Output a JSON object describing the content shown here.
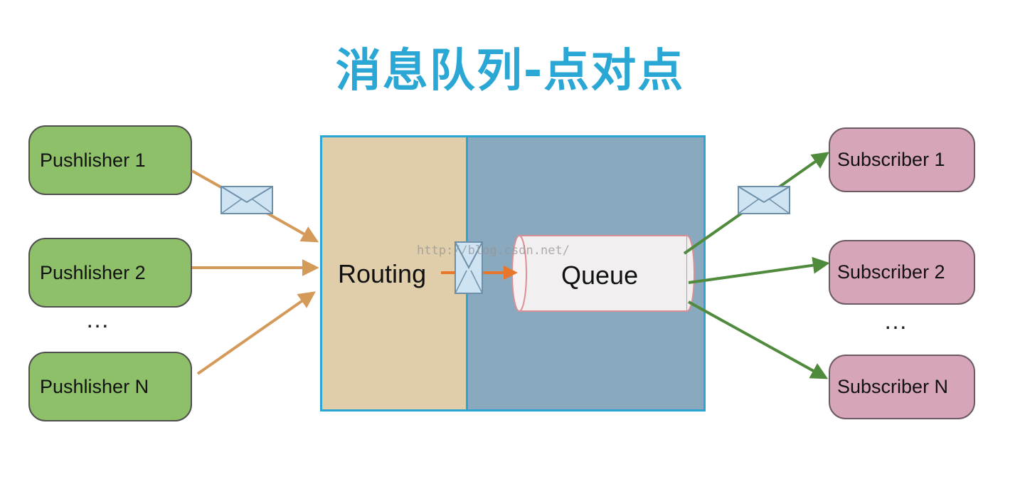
{
  "title": "消息队列-点对点",
  "publishers": [
    "Pushlisher 1",
    "Pushlisher 2",
    "Pushlisher N"
  ],
  "subscribers": [
    "Subscriber 1",
    "Subscriber 2",
    "Subscriber N"
  ],
  "ellipsis": "…",
  "routing_label": "Routing",
  "queue_label": "Queue",
  "watermark": "http://blog.csdn.net/",
  "colors": {
    "title": "#2aa7d4",
    "publisher_fill": "#8ec06a",
    "subscriber_fill": "#d7a5ba",
    "routing_fill": "#e0cda9",
    "queue_area_fill": "#89a9be",
    "border": "#29a6d3",
    "publisher_arrow": "#d49a5a",
    "subscriber_arrow": "#4f8a3d",
    "routing_arrow": "#e8772c"
  },
  "icons": {
    "message": "envelope-icon",
    "queue": "cylinder-icon"
  }
}
